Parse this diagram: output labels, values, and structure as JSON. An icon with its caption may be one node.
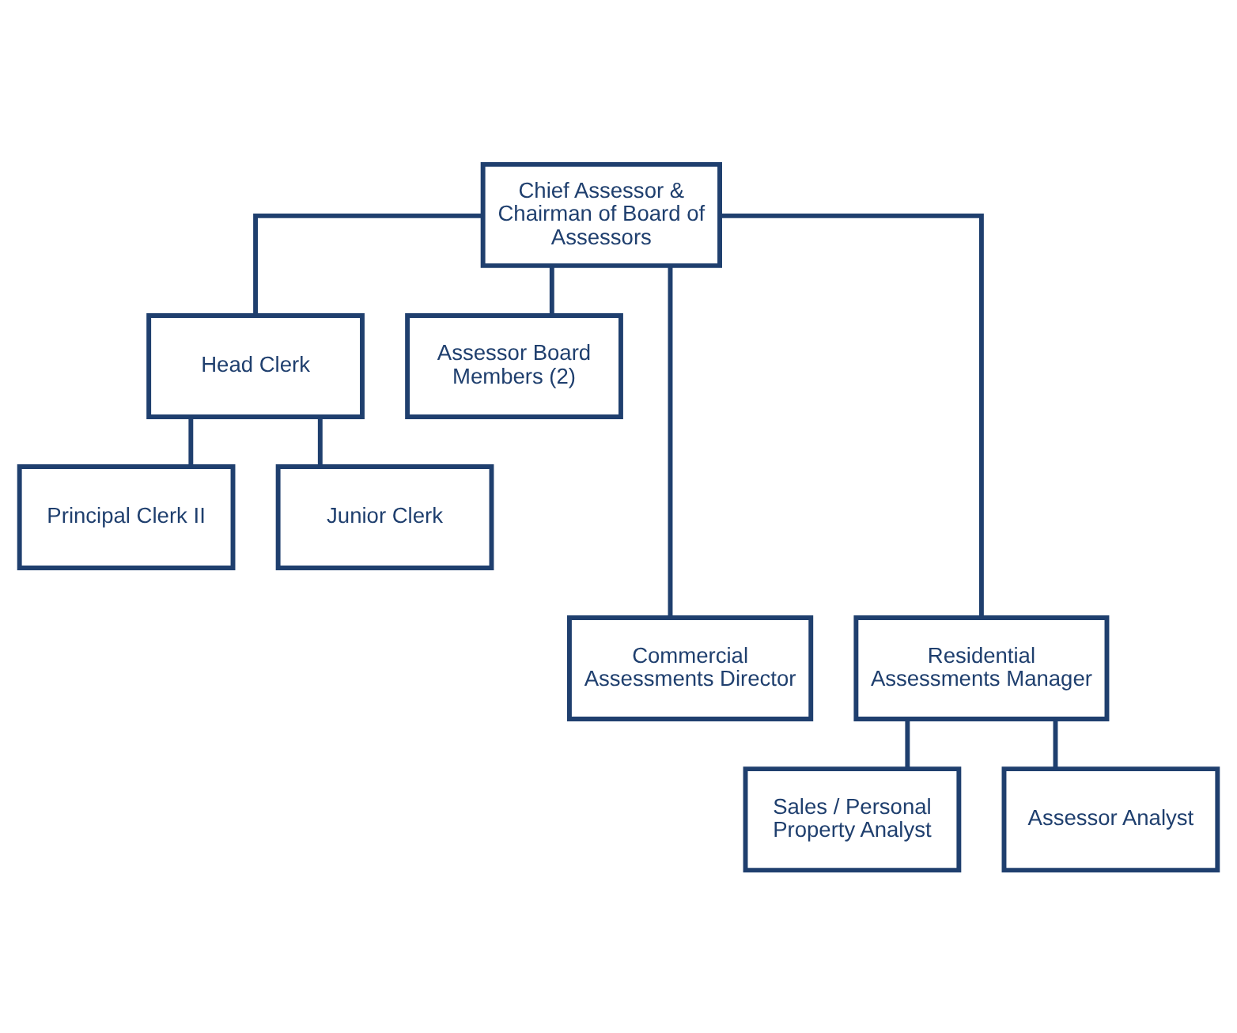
{
  "diagram": {
    "nodes": [
      {
        "text": [
          "Chief Assessor & Chairman of Board of Assessors"
        ]
      },
      {
        "text": [
          "Head Clerk"
        ]
      },
      {
        "text": [
          "Assessor Board Members (2)"
        ]
      },
      {
        "text": [
          "Principal Clerk II"
        ]
      },
      {
        "text": [
          "Junior Clerk"
        ]
      },
      {
        "text": [
          "Commercial Assessments Director"
        ]
      },
      {
        "text": [
          "Residential Assessments Manager"
        ]
      },
      {
        "text": [
          "Sales / Personal Property Analyst"
        ]
      },
      {
        "text": [
          "Assessor Analyst"
        ]
      }
    ],
    "edges": [
      {
        "from": 0,
        "to": 1,
        "arrow": "none"
      },
      {
        "from": 0,
        "to": 2,
        "arrow": "none"
      },
      {
        "from": 1,
        "to": 3,
        "arrow": "none"
      },
      {
        "from": 1,
        "to": 4,
        "arrow": "none"
      },
      {
        "from": 0,
        "to": 5,
        "arrow": "none"
      },
      {
        "from": 0,
        "to": 6,
        "arrow": "none"
      },
      {
        "from": 6,
        "to": 7,
        "arrow": "none"
      },
      {
        "from": 6,
        "to": 8,
        "arrow": "none"
      }
    ]
  }
}
